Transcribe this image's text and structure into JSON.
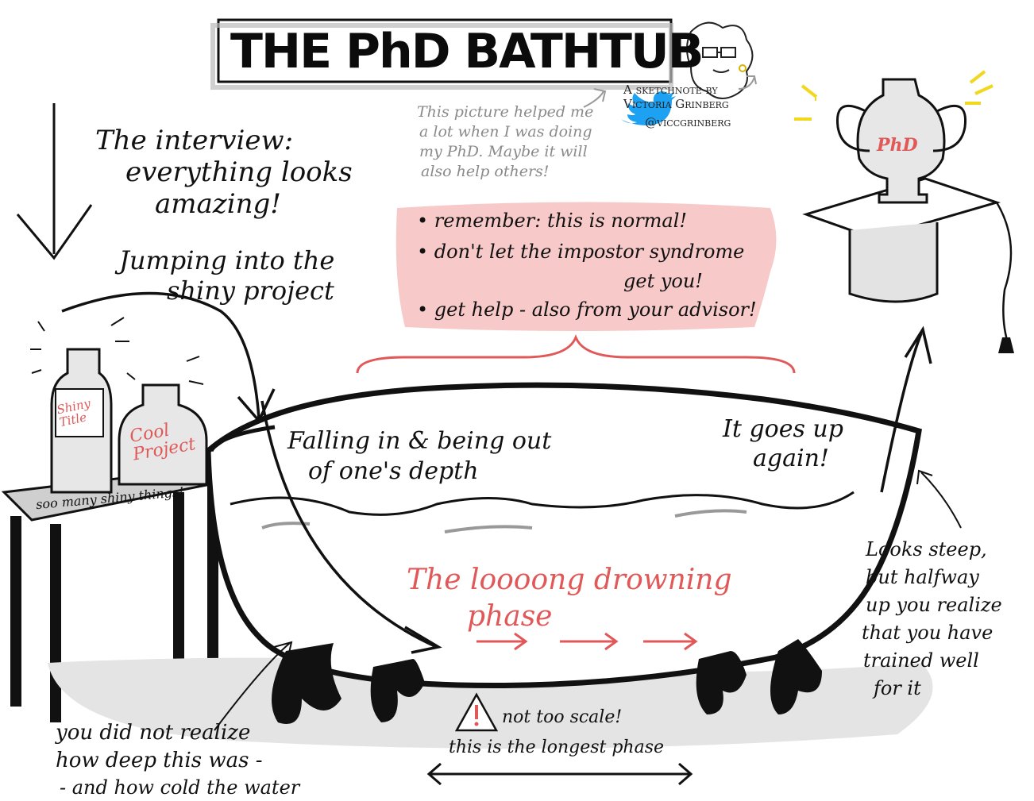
{
  "title": "THE PhD BATHTUB",
  "credit": {
    "line1": "A sketchnote by",
    "line2": "Victoria Grinberg",
    "handle": "@viccgrinberg"
  },
  "note_top": [
    "This picture helped me",
    "a lot when I was doing",
    "my PhD. Maybe it will",
    "also help others!"
  ],
  "interview": [
    "The interview:",
    "everything looks",
    "amazing!"
  ],
  "jumping": [
    "Jumping into the",
    "shiny project"
  ],
  "tips": [
    "remember: this is normal!",
    "don't let the impostor syndrome",
    "get you!",
    "get help - also from your advisor!"
  ],
  "bottle_shiny": [
    "Shiny",
    "Title"
  ],
  "bottle_cool": [
    "Cool",
    "Project"
  ],
  "table_label": "soo many shiny things!",
  "falling": [
    "Falling in & being out",
    "of one's depth"
  ],
  "goes_up": [
    "It goes up",
    "again!"
  ],
  "drowning": [
    "The loooong drowning",
    "phase"
  ],
  "looks_steep": [
    "Looks steep,",
    "but halfway",
    "up you realize",
    "that you have",
    "trained well",
    "for it"
  ],
  "deep": [
    "you did not realize",
    "how deep this was -",
    "- and how cold the water"
  ],
  "not_to_scale": [
    "not too scale!",
    "this is the longest phase"
  ],
  "trophy_label": "PhD",
  "colors": {
    "red": "#e05858",
    "pink": "#f7c9c9",
    "gray": "#d9d9d9",
    "ink": "#111111",
    "twitter": "#1da1f2"
  }
}
